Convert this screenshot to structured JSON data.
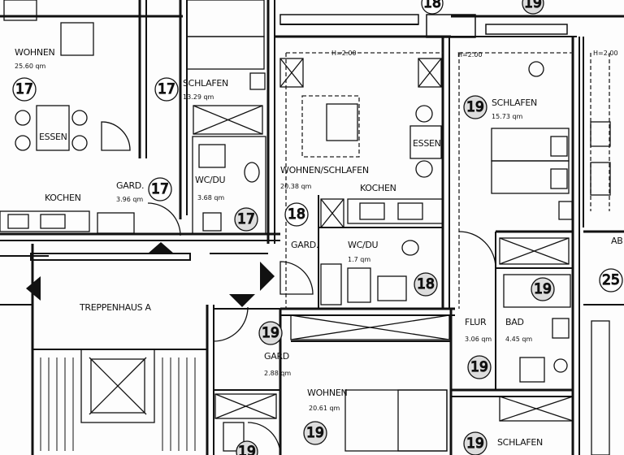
{
  "rooms": [
    {
      "name": "WOHNEN",
      "area": "25.60 qm",
      "unit": "17"
    },
    {
      "name": "SCHLAFEN",
      "area": "13.29 qm",
      "unit": "17"
    },
    {
      "name": "ESSEN",
      "area": "",
      "unit": ""
    },
    {
      "name": "GARD.",
      "area": "3.96 qm",
      "unit": "17"
    },
    {
      "name": "WC/DU",
      "area": "3.68 qm",
      "unit": "17"
    },
    {
      "name": "KOCHEN",
      "area": "",
      "unit": ""
    },
    {
      "name": "WOHNEN/SCHLAFEN",
      "area": "20.38 qm",
      "unit": "18"
    },
    {
      "name": "KOCHEN",
      "area": "",
      "unit": ""
    },
    {
      "name": "GARD.",
      "area": "",
      "unit": ""
    },
    {
      "name": "WC/DU",
      "area": "1.7 qm",
      "unit": "18"
    },
    {
      "name": "ESSEN",
      "area": "",
      "unit": ""
    },
    {
      "name": "SCHLAFEN",
      "area": "15.73 qm",
      "unit": "19"
    },
    {
      "name": "TREPPENHAUS A",
      "area": "",
      "unit": ""
    },
    {
      "name": "GARD",
      "area": "2.88 qm",
      "unit": "19"
    },
    {
      "name": "WOHNEN",
      "area": "20.61 qm",
      "unit": "19"
    },
    {
      "name": "FLUR",
      "area": "3.06 qm",
      "unit": "19"
    },
    {
      "name": "BAD",
      "area": "4.45 qm",
      "unit": "19"
    },
    {
      "name": "SCHLAFEN",
      "area": "",
      "unit": "19"
    },
    {
      "name": "AB",
      "area": "",
      "unit": "25"
    }
  ],
  "heights": [
    "H=2.00",
    "H=2.00",
    "H=2.00"
  ],
  "extra_units": [
    "18",
    "19",
    "19",
    "19",
    "19"
  ]
}
